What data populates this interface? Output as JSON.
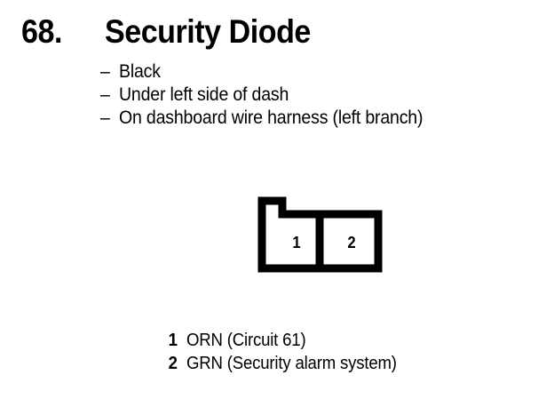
{
  "page": {
    "background_color": "#ffffff",
    "ink_color": "#000000"
  },
  "header": {
    "number": "68.",
    "title": "Security Diode"
  },
  "description_bullets": [
    {
      "dash": "–",
      "text": "Black"
    },
    {
      "dash": "–",
      "text": "Under left side of dash"
    },
    {
      "dash": "–",
      "text": "On dashboard wire harness (left branch)"
    }
  ],
  "connector": {
    "name": "two-cavity-connector-face-view",
    "cavities": [
      {
        "number": "1"
      },
      {
        "number": "2"
      }
    ]
  },
  "legend": {
    "rows": [
      {
        "pin": "1",
        "text": "ORN (Circuit 61)"
      },
      {
        "pin": "2",
        "text": "GRN (Security alarm system)"
      }
    ]
  }
}
